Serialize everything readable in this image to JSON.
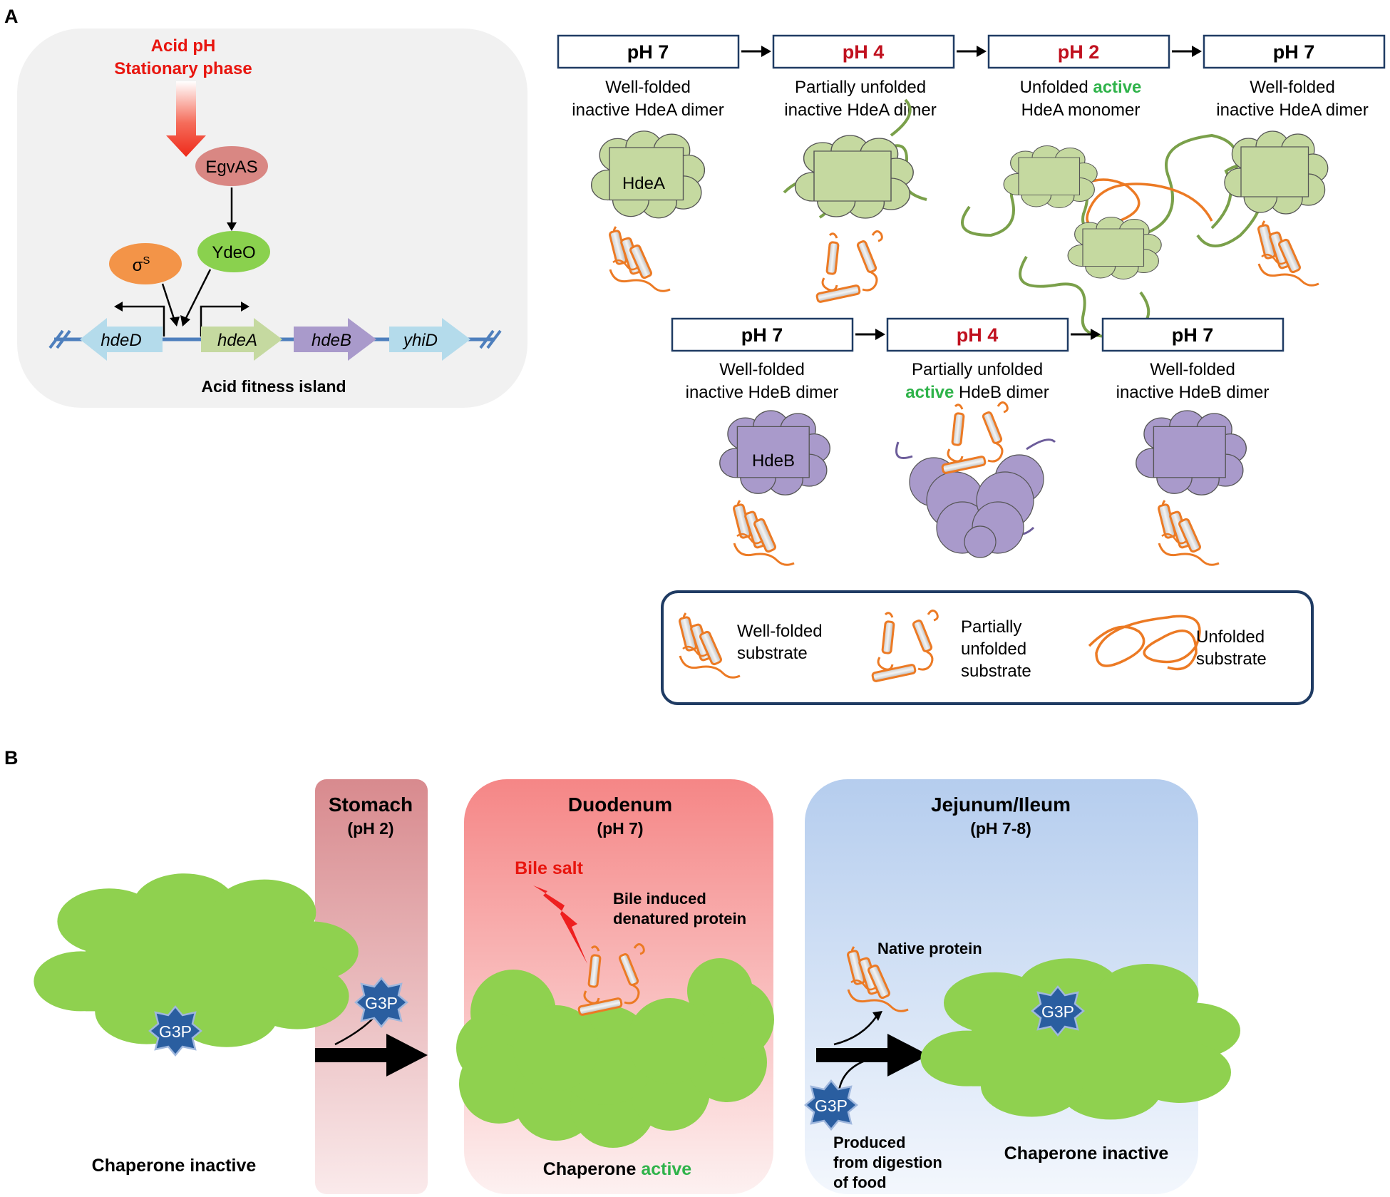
{
  "panel_a": {
    "label": "A",
    "gene_island": {
      "signal_line1": "Acid pH",
      "signal_line2": "Stationary phase",
      "egvas": "EgvAS",
      "ydeo": "YdeO",
      "sigma": "σ",
      "sigma_sup": "S",
      "genes": [
        "hdeD",
        "hdeA",
        "hdeB",
        "yhiD"
      ],
      "caption": "Acid fitness island"
    },
    "hdea_row": [
      {
        "ph": "pH 7",
        "line1": "Well-folded",
        "line2": "inactive HdeA dimer",
        "protein_label": "HdeA"
      },
      {
        "ph": "pH 4",
        "line1": "Partially unfolded",
        "line2": "inactive HdeA dimer"
      },
      {
        "ph": "pH 2",
        "line1_a": "Unfolded ",
        "line1_b": "active",
        "line2": "HdeA monomer"
      },
      {
        "ph": "pH 7",
        "line1": "Well-folded",
        "line2": "inactive HdeA dimer"
      }
    ],
    "hdeb_row": [
      {
        "ph": "pH 7",
        "line1": "Well-folded",
        "line2": "inactive HdeB dimer",
        "protein_label": "HdeB"
      },
      {
        "ph": "pH 4",
        "line1": "Partially unfolded",
        "line2_a": "active",
        "line2_b": " HdeB dimer"
      },
      {
        "ph": "pH 7",
        "line1": "Well-folded",
        "line2": "inactive HdeB dimer"
      }
    ],
    "legend": {
      "wellfolded_1": "Well-folded",
      "wellfolded_2": "substrate",
      "partial_1": "Partially",
      "partial_2": "unfolded",
      "partial_3": "substrate",
      "unfolded_1": "Unfolded",
      "unfolded_2": "substrate"
    }
  },
  "panel_b": {
    "label": "B",
    "stomach": {
      "title": "Stomach",
      "ph": "(pH 2)"
    },
    "duodenum": {
      "title": "Duodenum",
      "ph": "(pH 7)",
      "bile": "Bile salt",
      "denatured_1": "Bile induced",
      "denatured_2": "denatured protein"
    },
    "jejunum": {
      "title": "Jejunum/Ileum",
      "ph": "(pH 7-8)",
      "native": "Native protein",
      "produced_1": "Produced",
      "produced_2": "from digestion",
      "produced_3": "of food"
    },
    "g3p": "G3P",
    "chaperone_inactive": "Chaperone inactive",
    "chaperone_word": "Chaperone ",
    "active_word": "active"
  },
  "colors": {
    "red_text": "#e8150e",
    "ph_red": "#c0101e",
    "active_green": "#2fb34a",
    "hdea_green": "#c5d9a0",
    "hdeb_purple": "#a99acb",
    "chaperone_green": "#8fd14f",
    "g3p_blue": "#2a5ea0",
    "box_border": "#1f3b63",
    "substrate_orange": "#ec7a24"
  }
}
